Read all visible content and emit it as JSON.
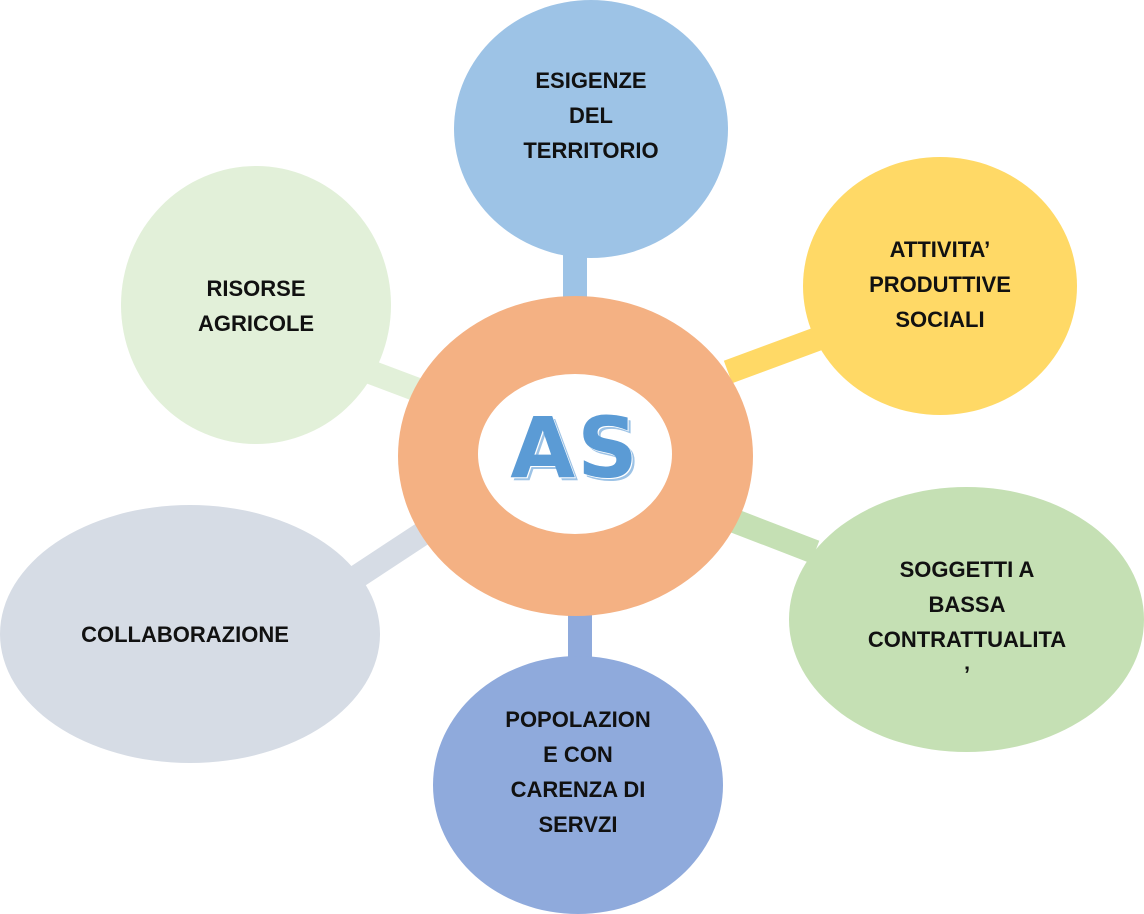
{
  "center": {
    "label": "AS",
    "ring_color": "#f4b183",
    "text_color": "#5b9bd5"
  },
  "nodes": [
    {
      "id": "esigenze",
      "label": "ESIGENZE\nDEL\nTERRITORIO",
      "color": "#9dc3e6"
    },
    {
      "id": "attivita",
      "label": "ATTIVITA’\nPRODUTTIVE\nSOCIALI",
      "color": "#ffd966"
    },
    {
      "id": "soggetti",
      "label": "SOGGETTI A\nBASSA\nCONTRATTUALITA\n’",
      "color": "#c5e0b4"
    },
    {
      "id": "popolazione",
      "label": "POPOLAZION\nE CON\nCARENZA DI\nSERVZI",
      "color": "#8faadc"
    },
    {
      "id": "collaborazione",
      "label": "COLLABORAZIONE",
      "color": "#d6dce5"
    },
    {
      "id": "risorse",
      "label": "RISORSE\nAGRICOLE",
      "color": "#e2f0d9"
    }
  ]
}
